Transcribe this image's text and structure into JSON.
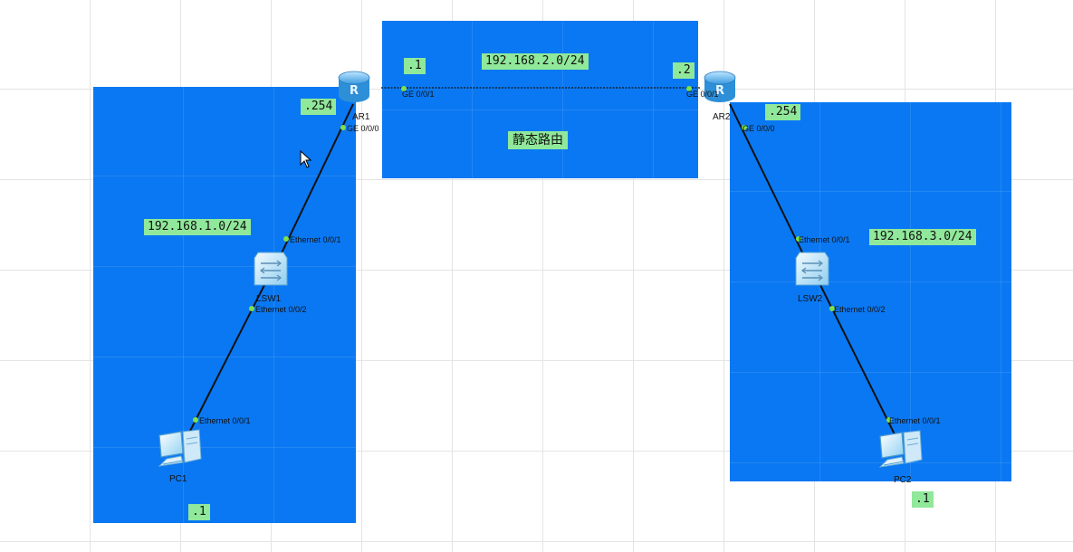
{
  "areas": {
    "left": {
      "subnet": "192.168.1.0/24",
      "gateway_host": ".254",
      "pc_host": ".1"
    },
    "middle": {
      "subnet": "192.168.2.0/24",
      "ar1_host": ".1",
      "ar2_host": ".2",
      "note": "静态路由"
    },
    "right": {
      "subnet": "192.168.3.0/24",
      "gateway_host": ".254",
      "pc_host": ".1"
    }
  },
  "devices": {
    "ar1": {
      "label": "AR1",
      "ports": [
        "GE 0/0/1",
        "GE 0/0/0"
      ]
    },
    "ar2": {
      "label": "AR2",
      "ports": [
        "GE 0/0/1",
        "GE 0/0/0"
      ]
    },
    "lsw1": {
      "label": "LSW1",
      "ports": [
        "Ethernet 0/0/1",
        "Ethernet 0/0/2"
      ]
    },
    "lsw2": {
      "label": "LSW2",
      "ports": [
        "Ethernet 0/0/1",
        "Ethernet 0/0/2"
      ]
    },
    "pc1": {
      "label": "PC1",
      "ports": [
        "Ethernet 0/0/1"
      ]
    },
    "pc2": {
      "label": "PC2",
      "ports": [
        "Ethernet 0/0/1"
      ]
    }
  },
  "colors": {
    "area_fill": "#0a78f2",
    "label_fill": "#90e89a",
    "link": "#111111",
    "port_dot": "#7ee04a"
  },
  "icons": {
    "router": "router-icon",
    "switch": "switch-icon",
    "pc": "pc-icon",
    "cursor": "mouse-pointer-icon"
  }
}
